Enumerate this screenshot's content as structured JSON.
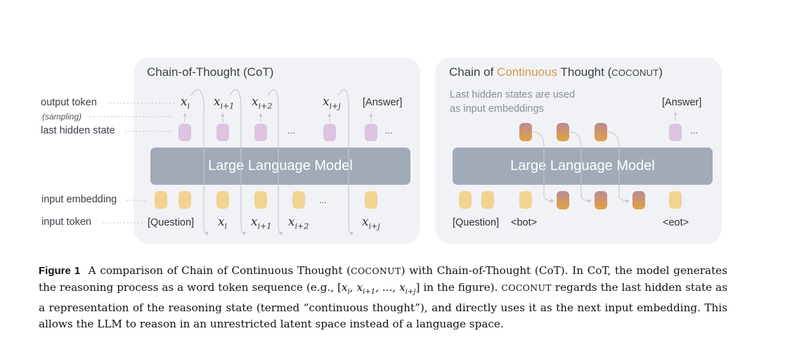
{
  "cot": {
    "title": "Chain-of-Thought (CoT)",
    "llm_label": "Large Language Model",
    "output_tokens": [
      {
        "base": "x",
        "sub": "i"
      },
      {
        "base": "x",
        "sub": "i+1"
      },
      {
        "base": "x",
        "sub": "i+2"
      },
      {
        "base": "x",
        "sub": "i+j"
      }
    ],
    "answer": "[Answer]",
    "question": "[Question]",
    "input_tokens": [
      {
        "base": "x",
        "sub": "i"
      },
      {
        "base": "x",
        "sub": "i+1"
      },
      {
        "base": "x",
        "sub": "i+2"
      },
      {
        "base": "x",
        "sub": "i+j"
      }
    ],
    "ellipsis": "..."
  },
  "coconut": {
    "title_prefix": "Chain of ",
    "title_accent": "Continuous",
    "title_suffix": " Thought (",
    "title_sc": "COCONUT",
    "title_end": ")",
    "llm_label": "Large Language Model",
    "note_line1": "Last hidden states are used",
    "note_line2": "as input embeddings",
    "answer": "[Answer]",
    "question": "[Question]",
    "bot": "<bot>",
    "eot": "<eot>",
    "ellipsis": "..."
  },
  "side_labels": {
    "output_token": "output token",
    "sampling": "(sampling)",
    "last_hidden_state": "last hidden state",
    "input_embedding": "input embedding",
    "input_token": "input token"
  },
  "caption": {
    "label": "Figure 1",
    "part1": "A comparison of Chain of Continuous Thought (",
    "coconut1": "Coconut",
    "part2": ") with Chain-of-Thought (CoT). In CoT, the model generates the reasoning process as a word token sequence (e.g., [",
    "math_seq": "x_i, x_{i+1}, ..., x_{i+j}",
    "part3": "] in the figure). ",
    "coconut2": "Coconut",
    "part4": " regards the last hidden state as a representation of the reasoning state (termed “continuous thought”), and directly uses it as the next input embedding. This allows the LLM to reason in an unrestricted latent space instead of a language space."
  },
  "colors": {
    "panel_bg": "#f1f2f6",
    "llm": "#a1aab6",
    "hidden_state": "#dcc4e0",
    "embedding": "#f2d391",
    "continuous_top": "#b98a95",
    "continuous_bottom": "#e3a13f",
    "accent": "#d69a4a"
  }
}
